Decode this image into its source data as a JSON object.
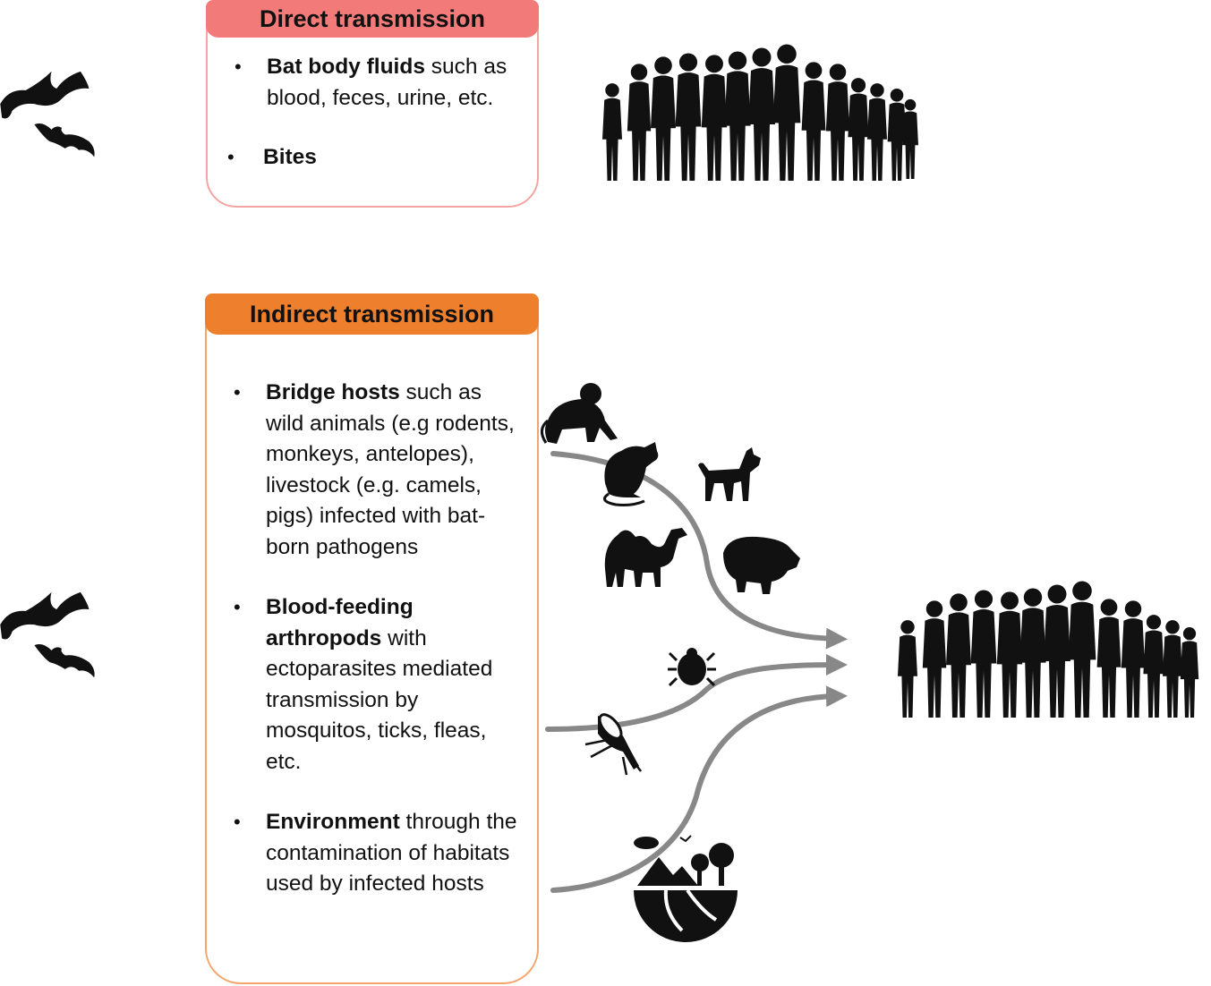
{
  "direct": {
    "title": "Direct transmission",
    "items": [
      {
        "bold": "Bat body fluids",
        "rest": " such as blood, feces, urine, etc."
      },
      {
        "bold": "Bites",
        "rest": ""
      }
    ]
  },
  "indirect": {
    "title": "Indirect transmission",
    "items": [
      {
        "bold": "Bridge hosts",
        "rest": " such as wild animals (e.g rodents, monkeys, antelopes), livestock (e.g. camels, pigs) infected with bat-born pathogens"
      },
      {
        "bold": "Blood-feeding arthropods",
        "rest": " with ectoparasites mediated transmission by mosquitos, ticks, fleas, etc."
      },
      {
        "bold": "Environment",
        "rest": " through the contamination of habitats used by infected hosts"
      }
    ]
  },
  "icons": {
    "bats": "bat-silhouette",
    "crowd": "people-crowd-silhouette",
    "monkey": "monkey-silhouette",
    "rat": "rat-silhouette",
    "dog": "dog-silhouette",
    "camel": "camel-silhouette",
    "pig": "pig-silhouette",
    "tick": "tick-silhouette",
    "mosquito": "mosquito-silhouette",
    "environment": "environment-globe-icon"
  },
  "colors": {
    "direct_header": "#f27a78",
    "direct_border": "#f3a5a3",
    "indirect_header": "#ee7f2d",
    "indirect_border": "#f4a56d",
    "arrow": "#888888",
    "silhouette": "#111111"
  }
}
